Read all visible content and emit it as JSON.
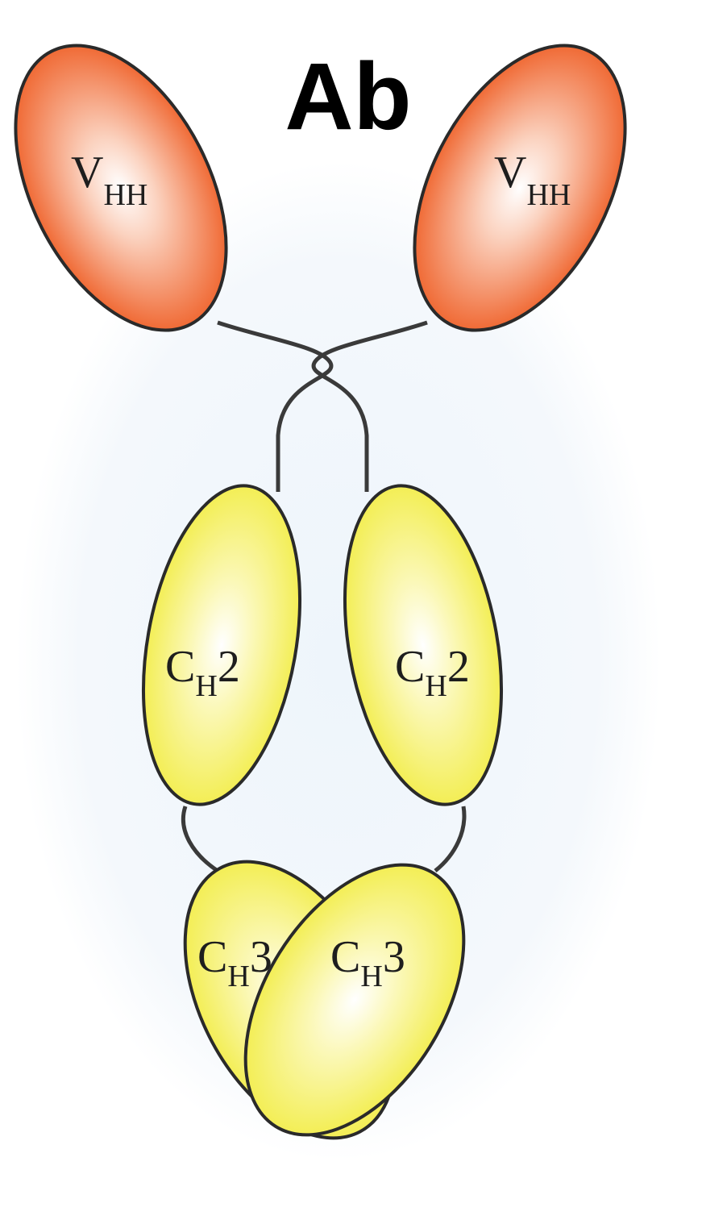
{
  "title": "Ab",
  "domains": {
    "vhh_left": {
      "main": "V",
      "sub": "HH"
    },
    "vhh_right": {
      "main": "V",
      "sub": "HH"
    },
    "ch2_left": {
      "main": "C",
      "sub": "H",
      "suffix": "2"
    },
    "ch2_right": {
      "main": "C",
      "sub": "H",
      "suffix": "2"
    },
    "ch3_left": {
      "main": "C",
      "sub": "H",
      "suffix": "3"
    },
    "ch3_right": {
      "main": "C",
      "sub": "H",
      "suffix": "3"
    }
  },
  "colors": {
    "vhh_fill": "#f06a35",
    "vhh_highlight": "#ffffff",
    "ch_fill": "#f3ee55",
    "ch_highlight": "#ffffff",
    "title": "#000000",
    "outline": "#2a2a2a",
    "background_glow": "#eef5fb"
  }
}
